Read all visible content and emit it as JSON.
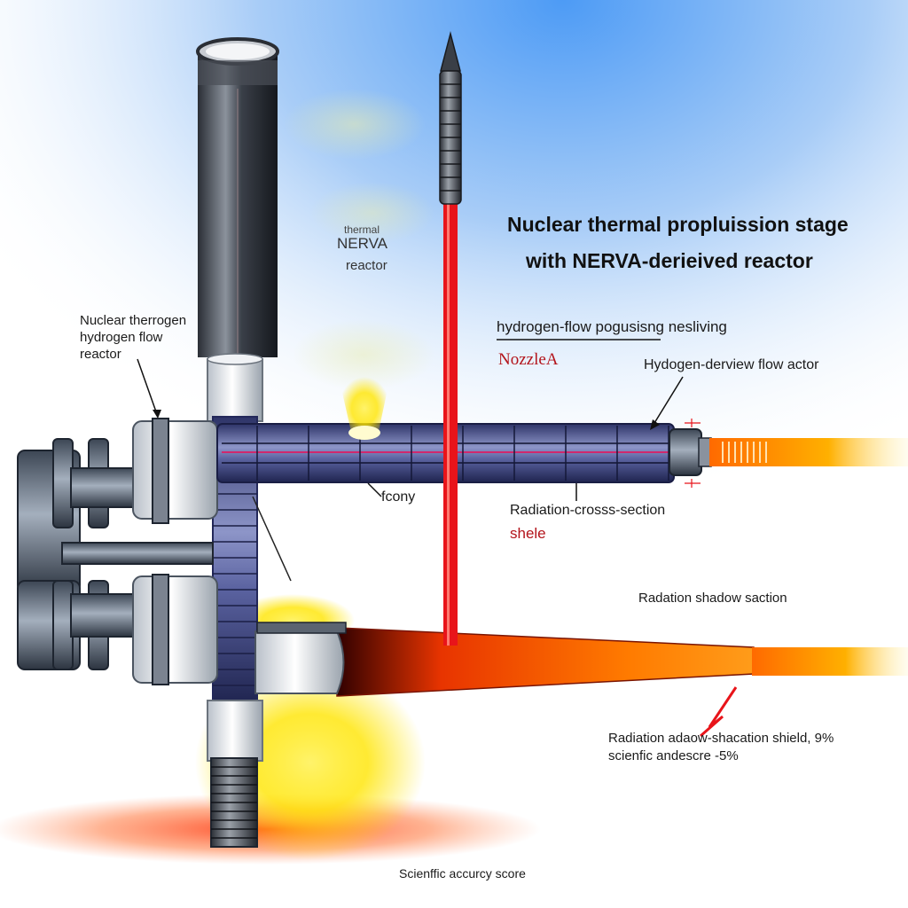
{
  "title": {
    "line1": "Nuclear thermal propluission stage",
    "line2": "with NERVA-derieived reactor"
  },
  "labels": {
    "thermal": "thermal",
    "nerva": "NERVA",
    "reactor": "reactor",
    "left_callout_1": "Nuclear therrogen",
    "left_callout_2": "hydrogen flow",
    "left_callout_3": "reactor",
    "hydrogen_flow": "hydrogen-flow pogusisng nesliving",
    "nozzle": "NozzleA",
    "hydrogen_derivative": "Hydogen-derview flow actor",
    "fcony": "fcony",
    "radiation_cross": "Radiation-crosss-section",
    "shele": "shele",
    "radiation_shadow": "Radation shadow saction",
    "shield_line1": "Radiation adaow-shacation shield, 9%",
    "shield_line2": "scienfic andescre -5%",
    "accuracy": "Scienffic accurcy score"
  },
  "colors": {
    "sky": "#4f9ef5",
    "steel": "#5a6676",
    "steel_light": "#cfd6de",
    "pipe": "#3f4a8c",
    "exhaust": "#ff7a00",
    "laser": "#e8141a",
    "glow": "#ffe600"
  }
}
